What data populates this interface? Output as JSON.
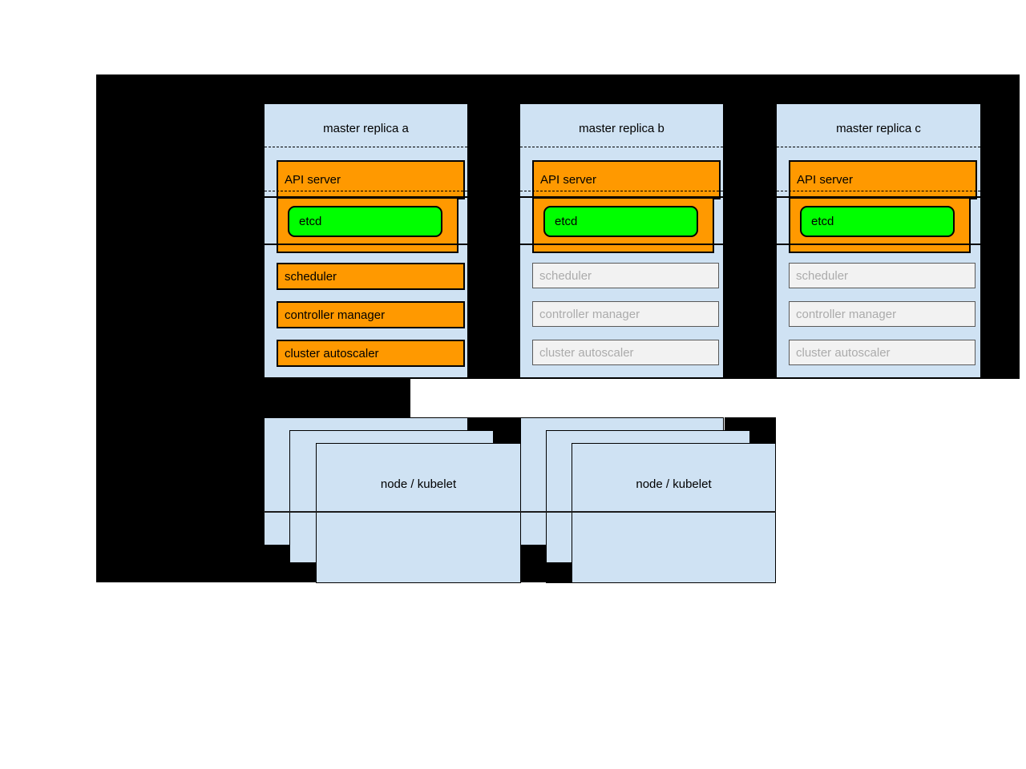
{
  "diagram_title": "kubernetes-ha-master-architecture",
  "colors": {
    "background_mask": "#000000",
    "box_fill": "#cfe2f3",
    "active_component_fill": "#ff9900",
    "etcd_fill": "#00ff00",
    "inactive_component_fill": "#f2f2f2",
    "inactive_component_text": "#ababab",
    "border": "#000000"
  },
  "replicas": {
    "a": {
      "title": "master replica a",
      "api_server": "API server",
      "etcd": "etcd",
      "scheduler": "scheduler",
      "controller_manager": "controller manager",
      "cluster_autoscaler": "cluster autoscaler",
      "state": "active"
    },
    "b": {
      "title": "master replica b",
      "api_server": "API server",
      "etcd": "etcd",
      "scheduler": "scheduler",
      "controller_manager": "controller manager",
      "cluster_autoscaler": "cluster autoscaler",
      "state": "inactive"
    },
    "c": {
      "title": "master replica c",
      "api_server": "API server",
      "etcd": "etcd",
      "scheduler": "scheduler",
      "controller_manager": "controller manager",
      "cluster_autoscaler": "cluster autoscaler",
      "state": "inactive"
    }
  },
  "nodes": {
    "left": {
      "label": "node / kubelet"
    },
    "right": {
      "label": "node / kubelet"
    }
  }
}
